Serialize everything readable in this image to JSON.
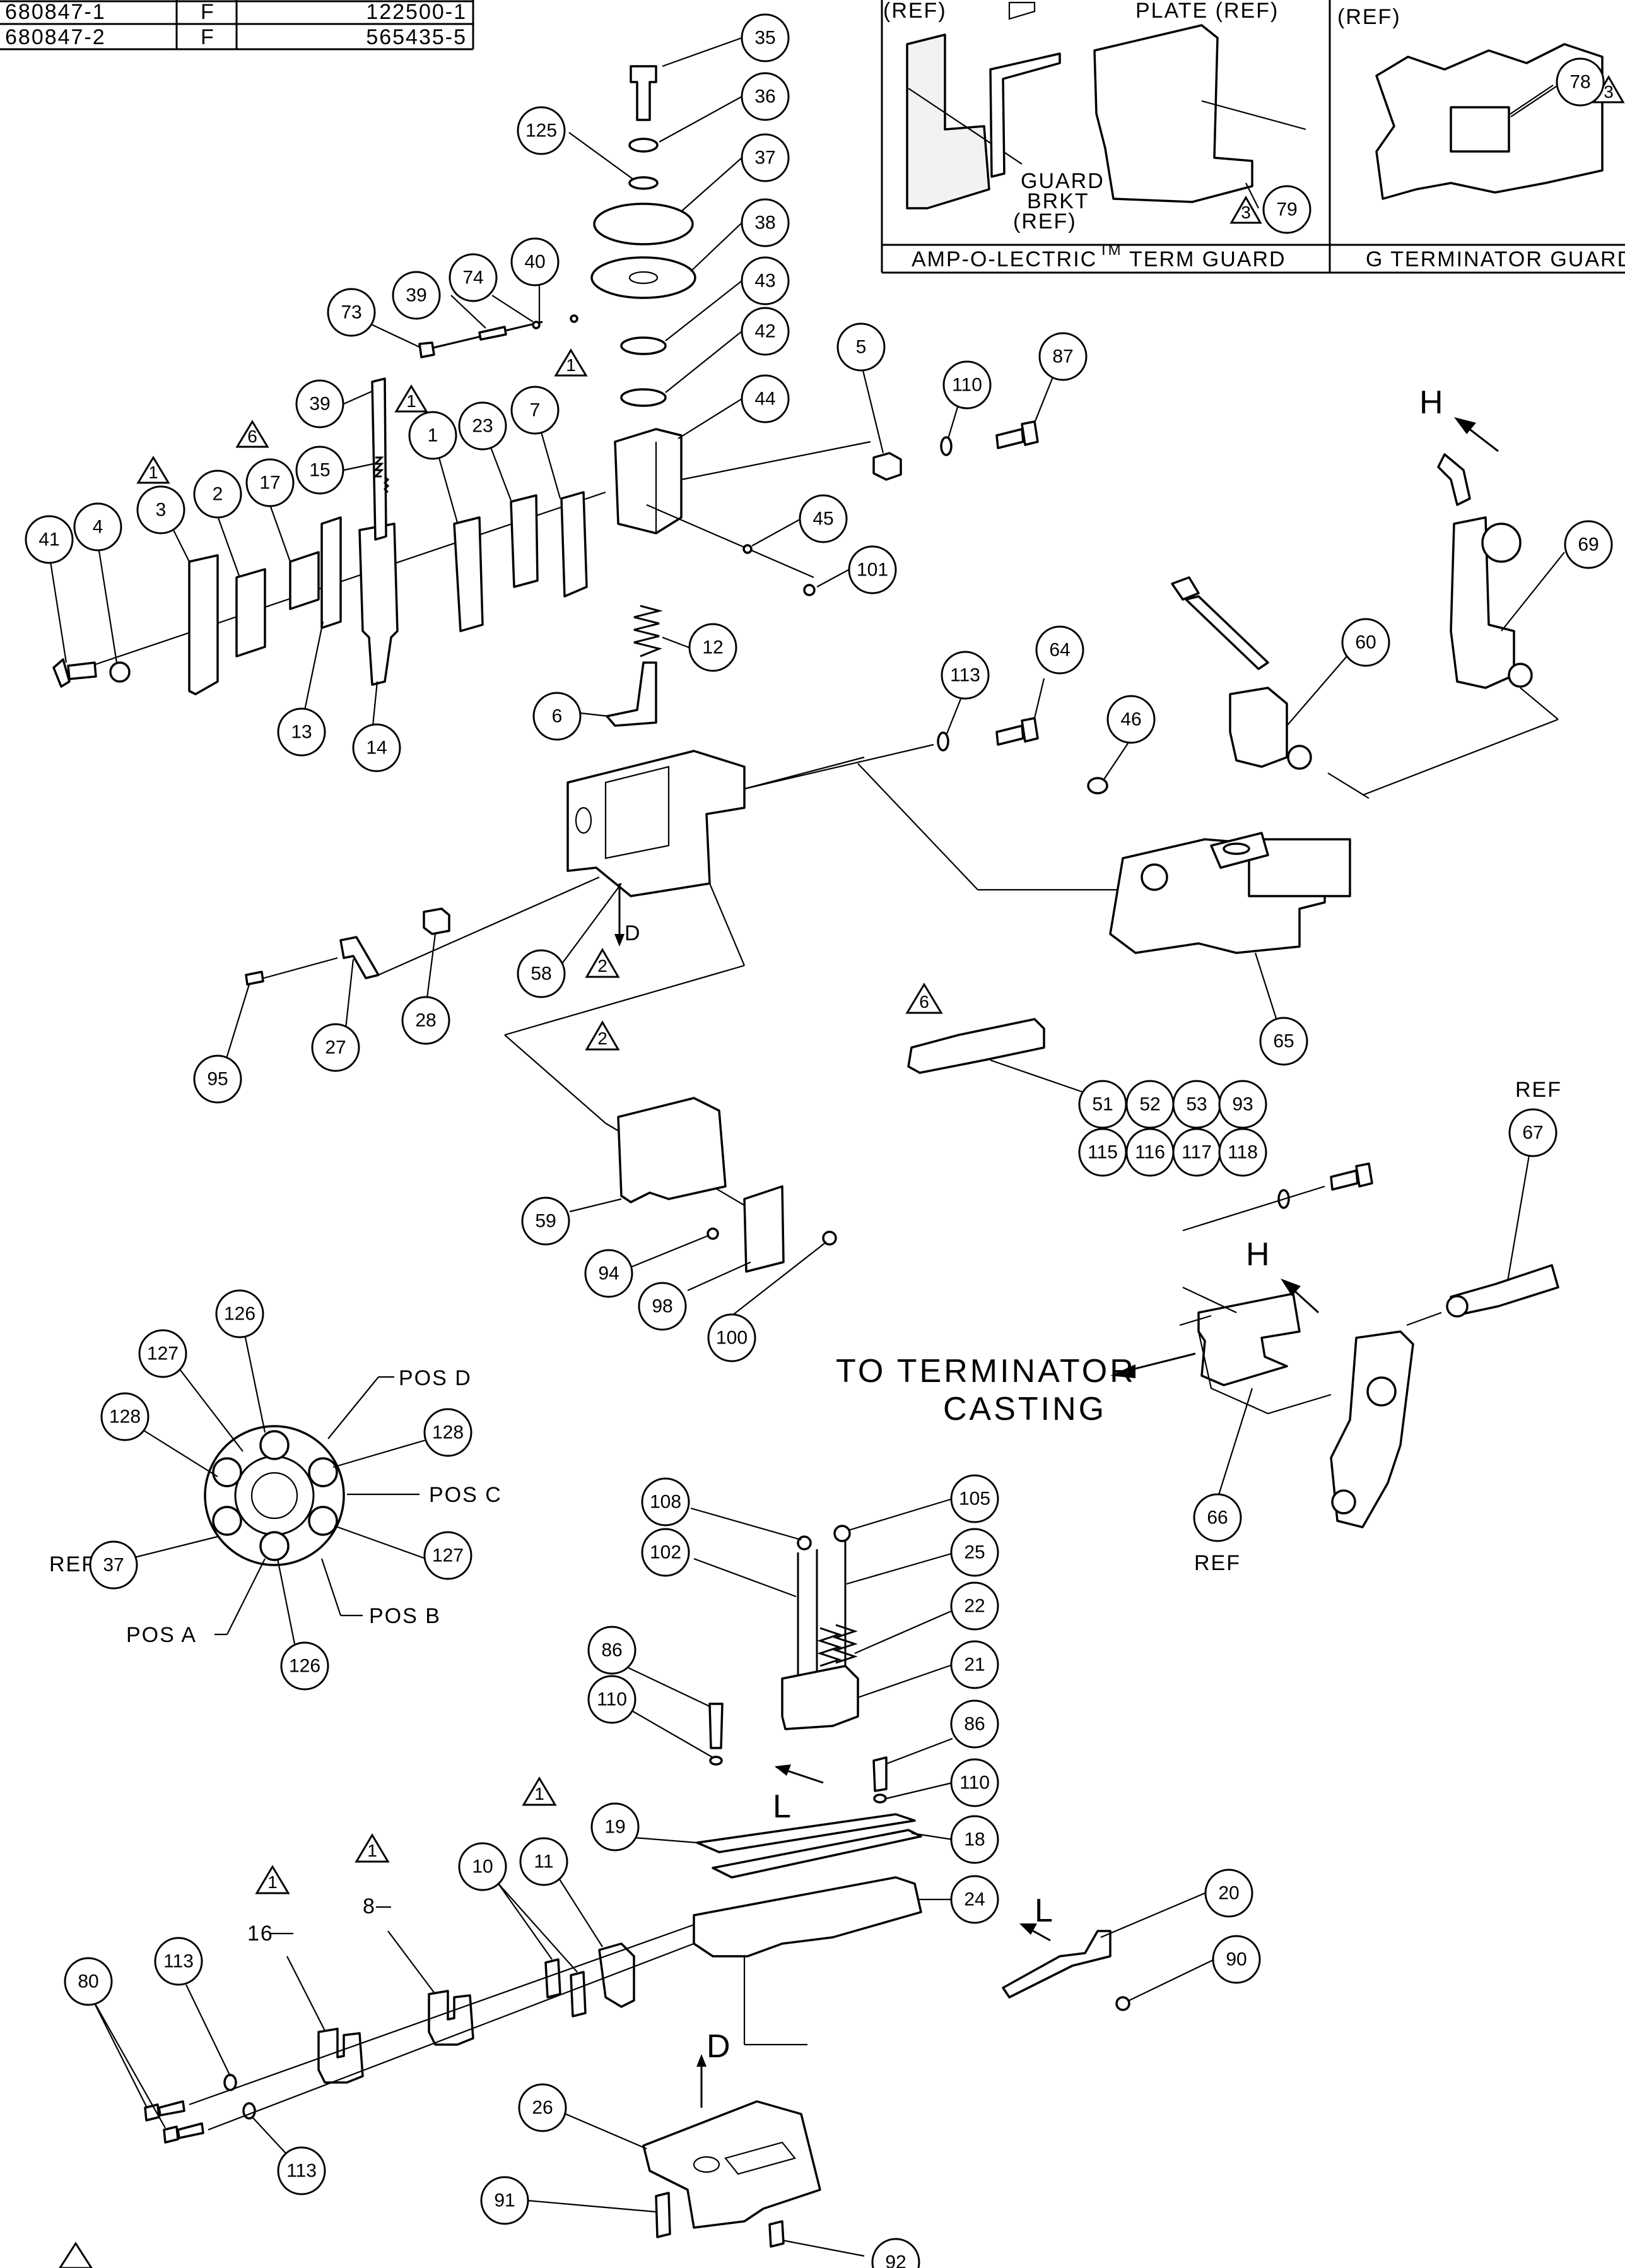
{
  "revision_table": {
    "rows": [
      {
        "part": "680847-1",
        "rev": "F",
        "number": "122500-1"
      },
      {
        "part": "680847-2",
        "rev": "F",
        "number": "565435-5"
      }
    ]
  },
  "insets": {
    "left_top_label": "(REF)",
    "plate_label": "PLATE (REF)",
    "guard_bracket_label": [
      "GUARD",
      "BRKT",
      "(REF)"
    ],
    "amp_caption": "AMP-O-LECTRIC",
    "amp_caption_tm": "TM",
    "amp_caption_tail": "TERM GUARD",
    "right_top_label": "(REF)",
    "g_caption": "G TERMINATOR GUARD"
  },
  "indexing_wheel": {
    "positions": [
      "POS D",
      "POS C",
      "POS B",
      "POS A"
    ],
    "ref_label": "REF"
  },
  "annotations": {
    "to_terminator_line1": "TO TERMINATOR",
    "to_terminator_line2": "CASTING",
    "ref_67": "REF",
    "ref_66": "REF",
    "view_h_top": "H",
    "view_h_mid": "H",
    "view_d_top": "D",
    "view_d_bottom": "D",
    "view_l_center": "L",
    "view_l_right": "L",
    "note_16": "16",
    "note_8": "8"
  },
  "balloons": [
    "35",
    "36",
    "125",
    "37",
    "38",
    "43",
    "42",
    "44",
    "40",
    "74",
    "39",
    "73",
    "39",
    "15",
    "1",
    "23",
    "7",
    "41",
    "4",
    "3",
    "2",
    "17",
    "13",
    "14",
    "12",
    "6",
    "45",
    "101",
    "5",
    "110",
    "87",
    "113",
    "64",
    "46",
    "60",
    "69",
    "58",
    "28",
    "27",
    "95",
    "65",
    "51",
    "52",
    "53",
    "93",
    "115",
    "116",
    "117",
    "118",
    "59",
    "94",
    "98",
    "100",
    "67",
    "66",
    "126",
    "127",
    "128",
    "128",
    "127",
    "37",
    "126",
    "108",
    "105",
    "102",
    "25",
    "22",
    "21",
    "86",
    "110",
    "86",
    "110",
    "19",
    "18",
    "24",
    "20",
    "90",
    "10",
    "11",
    "80",
    "113",
    "113",
    "26",
    "91",
    "92",
    "78",
    "79"
  ],
  "revision_triangles": [
    "1",
    "1",
    "6",
    "1",
    "2",
    "6",
    "2",
    "1",
    "1",
    "3",
    "3"
  ]
}
